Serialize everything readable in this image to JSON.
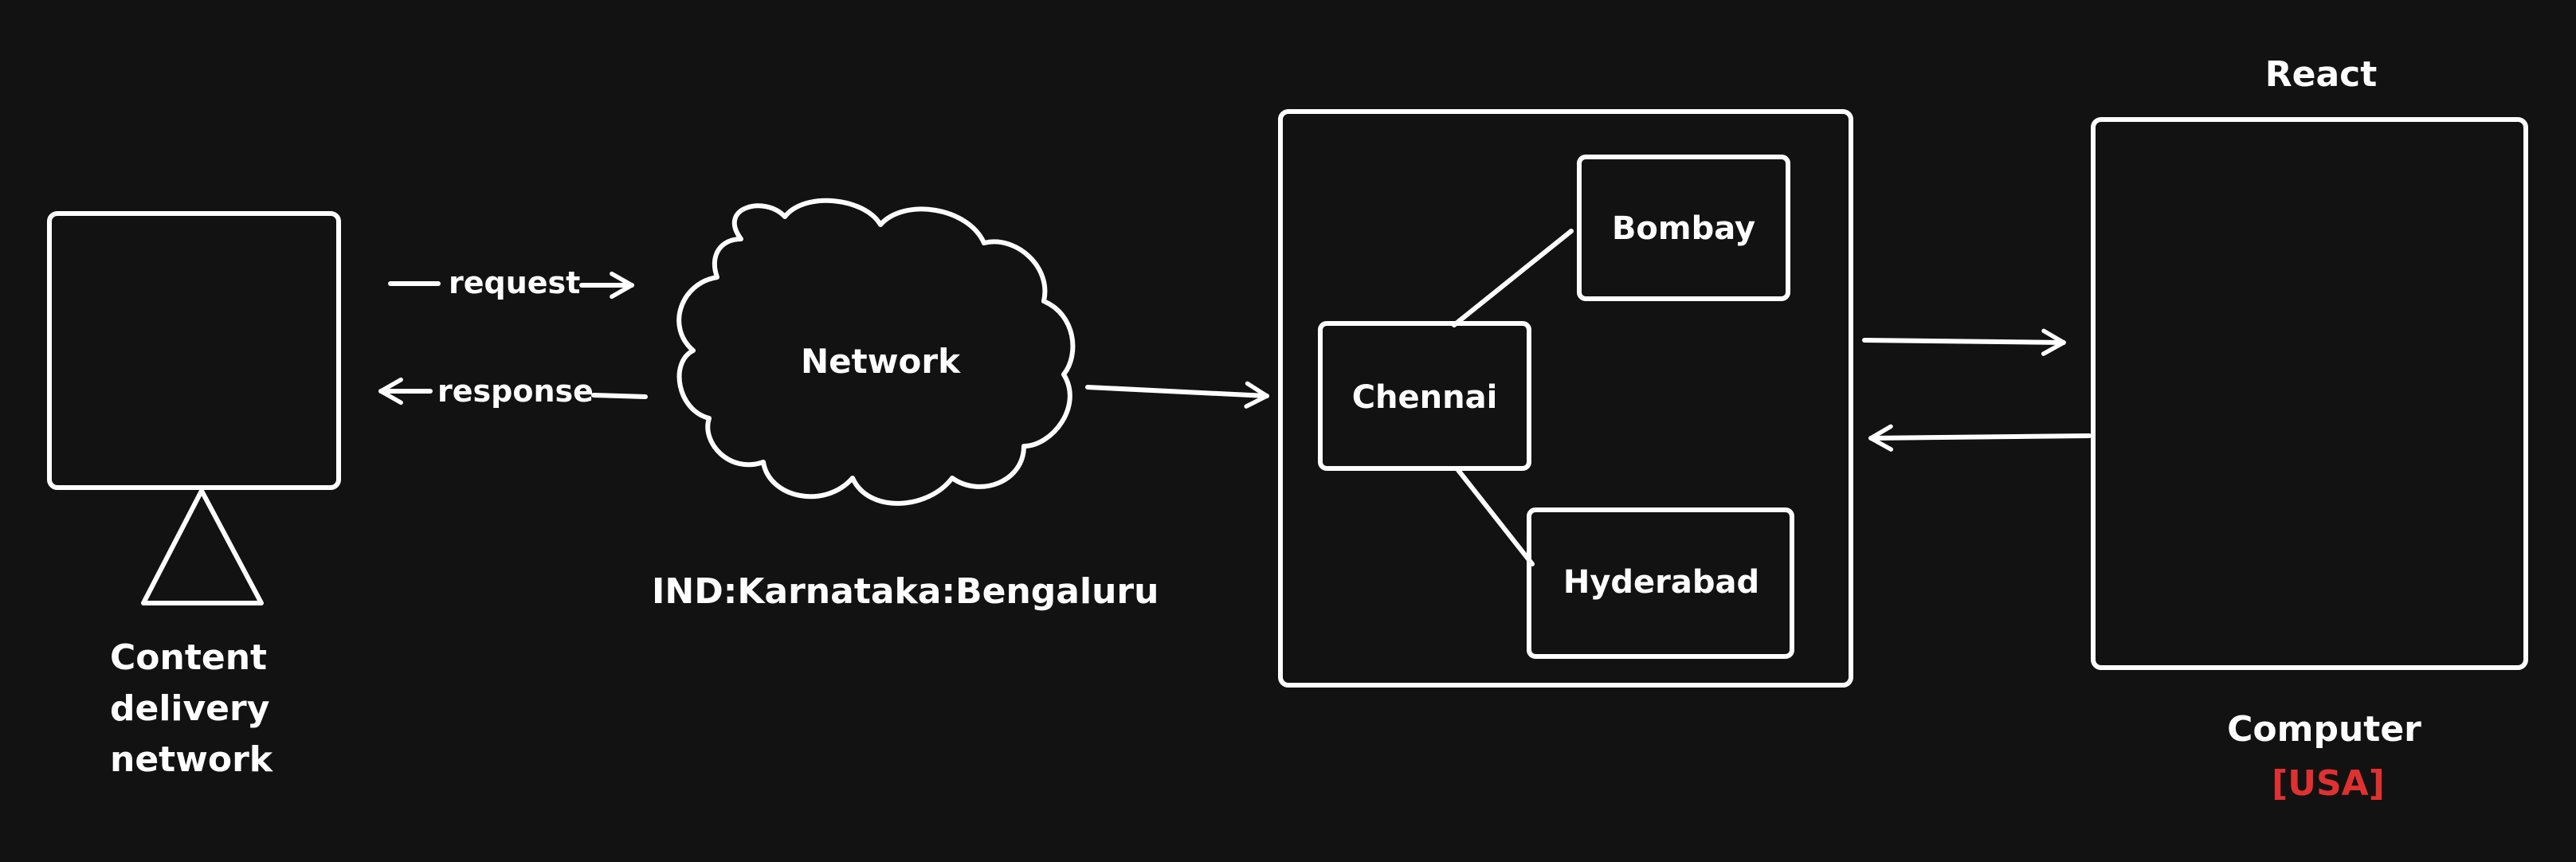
{
  "colors": {
    "background": "#121212",
    "stroke": "#ffffff",
    "accent": "#e03131"
  },
  "cdn": {
    "label_line1": "Content",
    "label_line2": "delivery",
    "label_line3": "network"
  },
  "edges": {
    "request": "request",
    "response": "response"
  },
  "network": {
    "label": "Network",
    "location": "IND:Karnataka:Bengaluru"
  },
  "servers": {
    "chennai": "Chennai",
    "bombay": "Bombay",
    "hyderabad": "Hyderabad"
  },
  "client": {
    "title": "React",
    "label": "Computer",
    "region": "[USA]"
  }
}
